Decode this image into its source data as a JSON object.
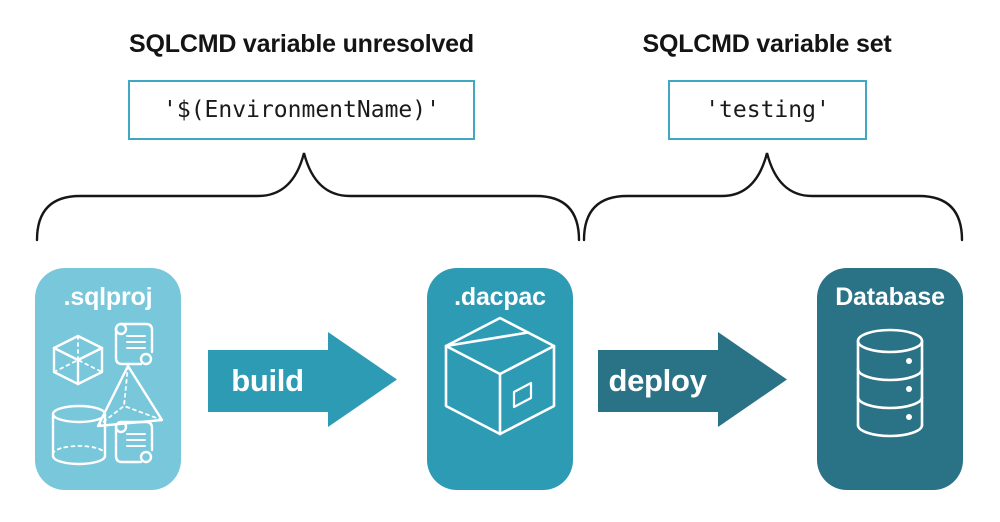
{
  "diagram": {
    "left_group": {
      "heading": "SQLCMD variable unresolved",
      "code": "'$(EnvironmentName)'"
    },
    "right_group": {
      "heading": "SQLCMD variable set",
      "code": "'testing'"
    },
    "pipeline": {
      "nodes": [
        {
          "label": ".sqlproj",
          "color": "#79c7db",
          "icon": "sql-objects-icon"
        },
        {
          "label": ".dacpac",
          "color": "#2e9bb5",
          "icon": "package-icon"
        },
        {
          "label": "Database",
          "color": "#2a7285",
          "icon": "database-icon"
        }
      ],
      "arrows": [
        {
          "label": "build",
          "color": "#2e9bb5"
        },
        {
          "label": "deploy",
          "color": "#2a7285"
        }
      ]
    },
    "colors": {
      "code_box_border": "#41a8c4",
      "heading_text": "#141414",
      "brace_stroke": "#161616",
      "icon_stroke": "#ffffff"
    }
  }
}
